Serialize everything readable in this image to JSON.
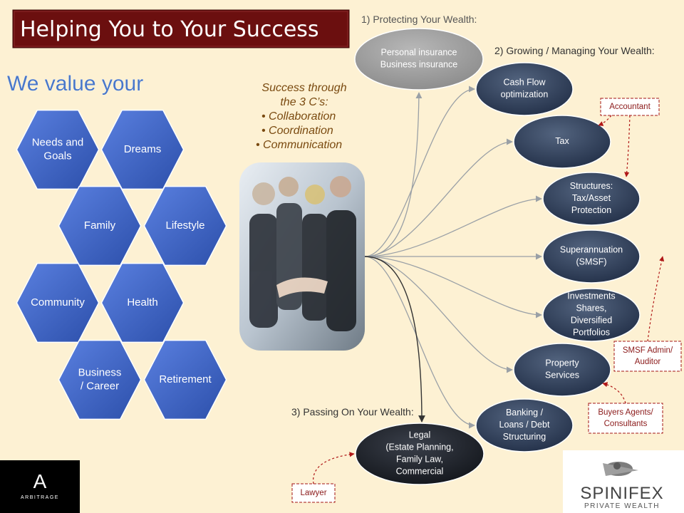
{
  "title": "Helping You to Your Success",
  "subtitle": "We value your",
  "values_hexagons": [
    {
      "label": "Needs and\nGoals"
    },
    {
      "label": "Dreams"
    },
    {
      "label": "Family"
    },
    {
      "label": "Lifestyle"
    },
    {
      "label": "Community"
    },
    {
      "label": "Health"
    },
    {
      "label": "Business\n/ Career"
    },
    {
      "label": "Retirement"
    }
  ],
  "tagline": {
    "lines": [
      "Success through",
      "the 3 C’s:"
    ],
    "bullets": [
      "Collaboration",
      "Coordination",
      "Communication"
    ]
  },
  "section_headings": {
    "protecting": "1) Protecting Your Wealth:",
    "growing": "2) Growing / Managing Your Wealth:",
    "passing": "3) Passing On Your Wealth:"
  },
  "services": [
    {
      "id": "insurance",
      "label": "Personal insurance\nBusiness insurance",
      "style": "grey"
    },
    {
      "id": "cashflow",
      "label": "Cash Flow\noptimization",
      "style": "navy"
    },
    {
      "id": "tax",
      "label": "Tax",
      "style": "navy"
    },
    {
      "id": "structures",
      "label": "Structures:\nTax/Asset\nProtection",
      "style": "navy"
    },
    {
      "id": "super",
      "label": "Superannuation\n(SMSF)",
      "style": "navy"
    },
    {
      "id": "investments",
      "label": "Investments\nShares,\nDiversified\nPortfolios",
      "style": "navy"
    },
    {
      "id": "property",
      "label": "Property\nServices",
      "style": "navy"
    },
    {
      "id": "banking",
      "label": "Banking /\nLoans / Debt\nStructuring",
      "style": "navy"
    },
    {
      "id": "legal",
      "label": "Legal\n(Estate Planning,\nFamily Law,\nCommercial",
      "style": "dark"
    }
  ],
  "advisors": [
    {
      "id": "accountant",
      "label": "Accountant"
    },
    {
      "id": "smsf_admin",
      "label": "SMSF Admin/\nAuditor"
    },
    {
      "id": "buyers_agents",
      "label": "Buyers Agents/\nConsultants"
    },
    {
      "id": "lawyer",
      "label": "Lawyer"
    }
  ],
  "logos": {
    "arbitrage": {
      "mark": "A",
      "name": "ARBITRAGE"
    },
    "spinifex": {
      "name": "SPINIFEX",
      "tagline": "PRIVATE WEALTH"
    }
  },
  "colors": {
    "background": "#fdf1d3",
    "title_box": "#6b0f0f",
    "hexagon": "#3a5fc4",
    "service_navy": "#2c3b55",
    "service_grey": "#9a9a9a",
    "tagline_text": "#7a4a10",
    "advisor_text": "#8b1a1a",
    "subtitle": "#4a78c8"
  }
}
